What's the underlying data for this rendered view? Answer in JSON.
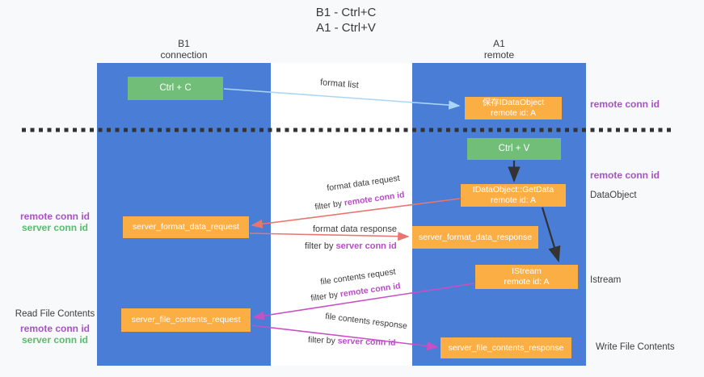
{
  "title": {
    "line1": "B1 - Ctrl+C",
    "line2": "A1 - Ctrl+V"
  },
  "lanes": {
    "left": {
      "name": "B1",
      "role": "connection"
    },
    "right": {
      "name": "A1",
      "role": "remote"
    }
  },
  "boxes": {
    "ctrl_c": {
      "label": "Ctrl + C"
    },
    "ctrl_v": {
      "label": "Ctrl + V"
    },
    "save_dataobject": {
      "line1": "保存IDataObject",
      "line2": "remote id: A"
    },
    "getdata": {
      "line1": "IDataObject::GetData",
      "line2": "remote id: A"
    },
    "istream": {
      "line1": "IStream",
      "line2": "remote id: A"
    },
    "format_request": {
      "label": "server_format_data_request"
    },
    "format_response": {
      "label": "server_format_data_response"
    },
    "file_request": {
      "label": "server_file_contents_request"
    },
    "file_response": {
      "label": "server_file_contents_response"
    }
  },
  "flows": {
    "format_list": {
      "label": "format list"
    },
    "format_request": {
      "label": "format data request",
      "filter_prefix": "filter by ",
      "filter_key": "remote conn id"
    },
    "format_response": {
      "label": "format data response",
      "filter_prefix": "filter by ",
      "filter_key": "server conn id"
    },
    "file_request": {
      "label": "file contents request",
      "filter_prefix": "filter by ",
      "filter_key": "remote conn id"
    },
    "file_response": {
      "label": "file contents response",
      "filter_prefix": "filter by ",
      "filter_key": "server conn id"
    }
  },
  "side_labels": {
    "right_top_conn": "remote conn id",
    "right_mid_conn": "remote conn id",
    "dataobject": "DataObject",
    "istream": "Istream",
    "write_file": "Write File Contents",
    "left_mid_remote": "remote conn id",
    "left_mid_server": "server conn id",
    "read_file": "Read File Contents",
    "left_bottom_remote": "remote conn id",
    "left_bottom_server": "server conn id"
  },
  "colors": {
    "lane_blue": "#4a7dd6",
    "box_green": "#71be78",
    "box_orange": "#fbae44",
    "label_purple": "#a852c7",
    "label_green": "#57bd6d",
    "arrow_red": "#e8766e",
    "arrow_magenta": "#c94fc4",
    "arrow_lightblue": "#a9d6f5",
    "arrow_black": "#333333"
  }
}
